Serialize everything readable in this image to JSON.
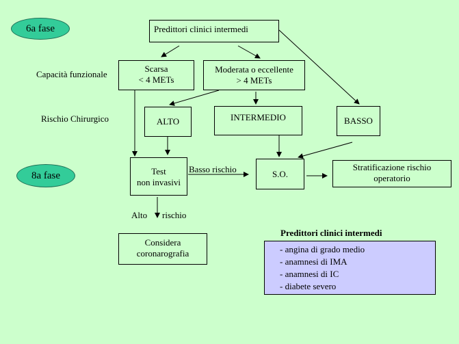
{
  "phases": {
    "phase6": "6a fase",
    "phase8": "8a fase"
  },
  "nodes": {
    "predittori": "Predittori clinici intermedi",
    "scarsa_l1": "Scarsa",
    "scarsa_l2": "< 4 METs",
    "moderata_l1": "Moderata o eccellente",
    "moderata_l2": "> 4 METs",
    "alto": "ALTO",
    "intermedio": "INTERMEDIO",
    "basso": "BASSO",
    "test_l1": "Test",
    "test_l2": "non invasivi",
    "so": "S.O.",
    "strat_l1": "Stratificazione rischio",
    "strat_l2": "operatorio",
    "considera_l1": "Considera",
    "considera_l2": "coronarografia"
  },
  "labels": {
    "capacita": "Capacità funzionale",
    "rischio": "Rischio Chirurgico",
    "basso_rischio": "Basso rischio",
    "alto": "Alto",
    "rischio_small": "rischio"
  },
  "legend": {
    "title": "Predittori clinici  intermedi",
    "items": [
      "- angina di grado medio",
      "- anamnesi di IMA",
      "- anamnesi di IC",
      "- diabete severo"
    ]
  }
}
